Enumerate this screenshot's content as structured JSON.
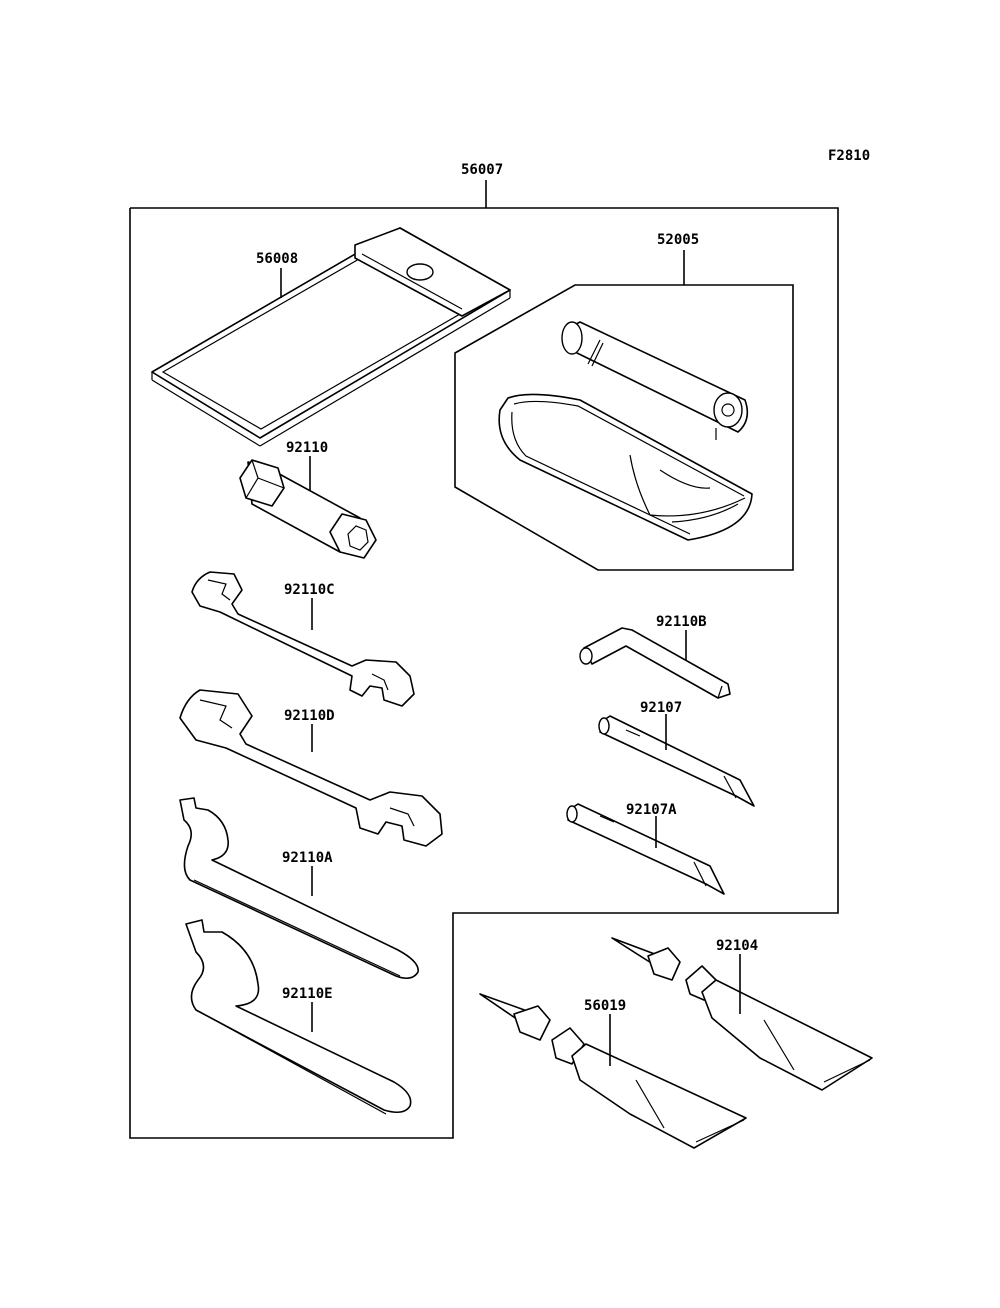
{
  "figure_code": "F2810",
  "parts": {
    "kit": "56007",
    "pouch": "56008",
    "pump_kit": "52005",
    "box_wrench": "92110",
    "wrench_c": "92110C",
    "wrench_d": "92110D",
    "hook_a": "92110A",
    "hook_e": "92110E",
    "hex_key": "92110B",
    "driver": "92107",
    "driver_a": "92107A",
    "grease_104": "92104",
    "grease_019": "56019"
  }
}
